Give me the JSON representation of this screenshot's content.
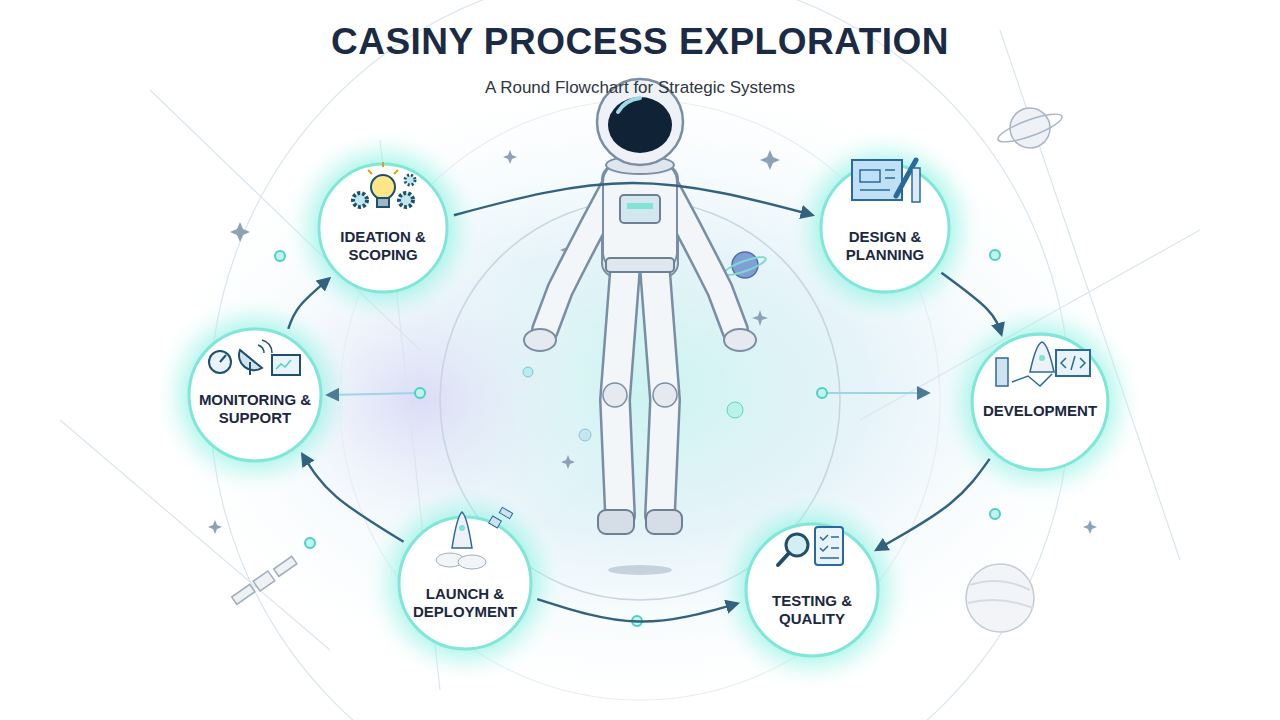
{
  "diagram": {
    "title": "CASINY PROCESS EXPLORATION",
    "caption": "A Round Flowchart for Strategic Systems",
    "nodes": [
      {
        "text": [
          "IDEATION & SCOPING"
        ]
      },
      {
        "text": [
          "DESIGN & PLANNING"
        ]
      },
      {
        "text": [
          "DEVELOPMENT"
        ]
      },
      {
        "text": [
          "TESTING & QUALITY"
        ]
      },
      {
        "text": [
          "LAUNCH & DEPLOYMENT"
        ]
      },
      {
        "text": [
          "MONITORING & SUPPORT"
        ]
      }
    ],
    "edges": [
      {
        "from": 0,
        "to": 1,
        "arrow": "to"
      },
      {
        "from": 1,
        "to": 2,
        "arrow": "to"
      },
      {
        "from": 2,
        "to": 3,
        "arrow": "to"
      },
      {
        "from": 4,
        "to": 3,
        "arrow": "to"
      },
      {
        "from": 4,
        "to": 5,
        "arrow": "to"
      },
      {
        "from": 5,
        "to": 0,
        "arrow": "to"
      }
    ]
  }
}
